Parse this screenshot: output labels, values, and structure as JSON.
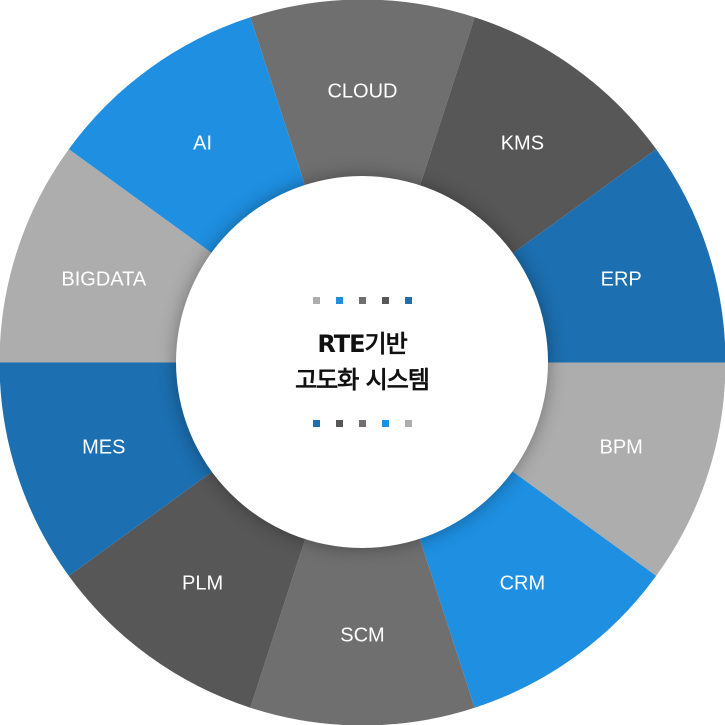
{
  "segments": [
    {
      "label": "CLOUD",
      "color": "#6f6f6f"
    },
    {
      "label": "KMS",
      "color": "#575757"
    },
    {
      "label": "ERP",
      "color": "#1c6fb0"
    },
    {
      "label": "BPM",
      "color": "#adadad"
    },
    {
      "label": "CRM",
      "color": "#1e8fe1"
    },
    {
      "label": "SCM",
      "color": "#6f6f6f"
    },
    {
      "label": "PLM",
      "color": "#575757"
    },
    {
      "label": "MES",
      "color": "#1c6fb0"
    },
    {
      "label": "BIGDATA",
      "color": "#adadad"
    },
    {
      "label": "AI",
      "color": "#1e8fe1"
    }
  ],
  "center": {
    "line1": "RTE기반",
    "line2": "고도화 시스템",
    "top_dots": [
      "#adadad",
      "#1e8fe1",
      "#6f6f6f",
      "#575757",
      "#1c6fb0"
    ],
    "bottom_dots": [
      "#1c6fb0",
      "#575757",
      "#6f6f6f",
      "#1e8fe1",
      "#adadad"
    ]
  }
}
